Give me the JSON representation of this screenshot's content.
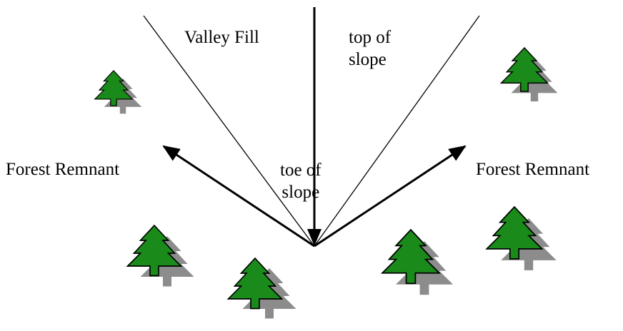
{
  "labels": {
    "valley_fill": "Valley Fill",
    "top_of_slope": [
      "top of",
      "slope"
    ],
    "toe_of_slope": [
      "toe of",
      "slope"
    ],
    "forest_remnant_left": "Forest Remnant",
    "forest_remnant_right": "Forest Remnant"
  },
  "colors": {
    "line": "#000000",
    "tree_fill": "#1a8a1a",
    "tree_shadow": "#8c8c8c",
    "background": "#ffffff"
  },
  "icons": {
    "tree": "evergreen-tree-icon",
    "arrow": "arrow-icon"
  }
}
